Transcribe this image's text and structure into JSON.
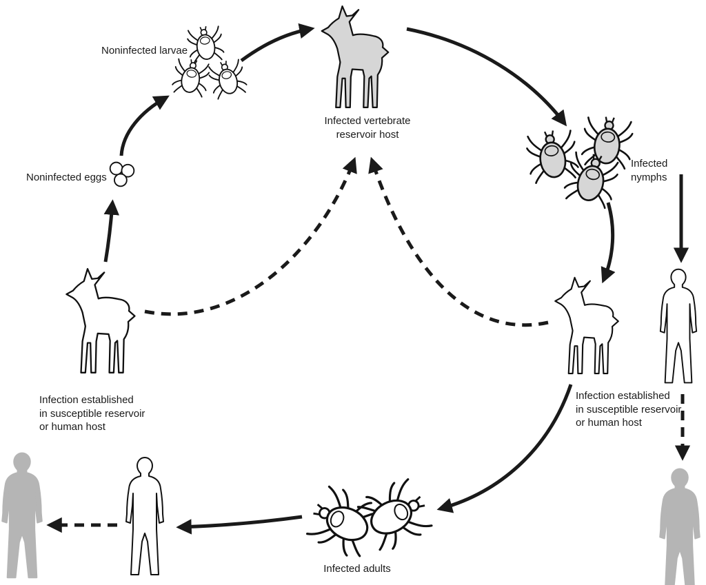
{
  "labels": {
    "noninfected_larvae": "Noninfected larvae",
    "infected_vertebrate_host": "Infected vertebrate\nreservoir host",
    "infected_nymphs": "Infected nymphs",
    "noninfected_eggs": "Noninfected eggs",
    "infection_established_left": "Infection established\nin susceptible reservoir\nor human host",
    "infection_established_right": "Infection established\nin susceptible reservoir\nor human host",
    "infected_adults": "Infected adults"
  },
  "icons": {
    "deer": "deer-silhouette-icon",
    "tick": "tick-icon",
    "eggs": "egg-cluster-icon",
    "human": "human-silhouette-icon"
  },
  "colors": {
    "ink": "#1a1a1a",
    "reservoir_gray": "#d6d6d6",
    "human_gray": "#b5b5b5"
  }
}
